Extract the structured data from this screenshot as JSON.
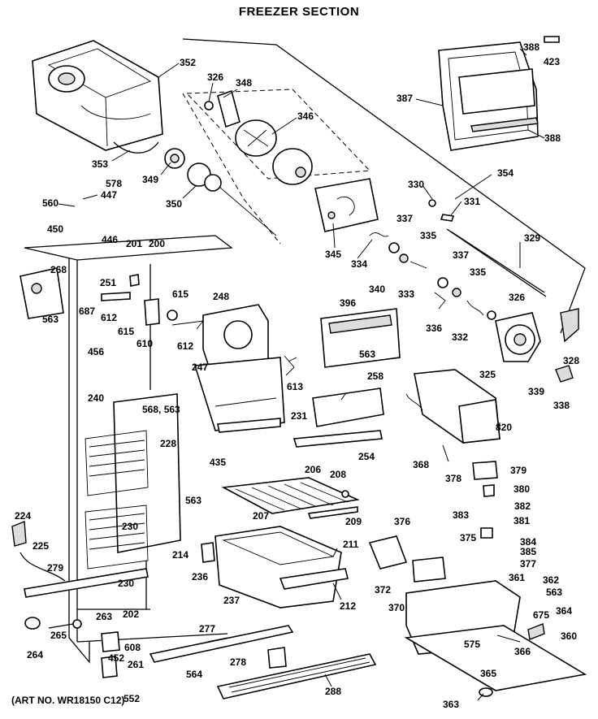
{
  "title": "FREEZER SECTION",
  "art_no": "(ART NO. WR18150 C12)",
  "parts": [
    "352",
    "326",
    "348",
    "346",
    "387",
    "388",
    "423",
    "388",
    "353",
    "349",
    "350",
    "578",
    "447",
    "560",
    "450",
    "446",
    "201",
    "200",
    "268",
    "251",
    "687",
    "612",
    "615",
    "615",
    "610",
    "248",
    "563",
    "456",
    "612",
    "247",
    "613",
    "345",
    "334",
    "337",
    "330",
    "331",
    "354",
    "329",
    "335",
    "337",
    "340",
    "333",
    "335",
    "326",
    "336",
    "332",
    "396",
    "563",
    "325",
    "328",
    "339",
    "338",
    "258",
    "231",
    "240",
    "568, 563",
    "228",
    "435",
    "820",
    "254",
    "368",
    "378",
    "379",
    "380",
    "206",
    "208",
    "563",
    "382",
    "381",
    "207",
    "209",
    "224",
    "376",
    "375",
    "383",
    "384",
    "385",
    "377",
    "211",
    "230",
    "214",
    "225",
    "279",
    "230",
    "236",
    "372",
    "370",
    "361",
    "362",
    "563",
    "237",
    "212",
    "675",
    "364",
    "202",
    "265",
    "263",
    "264",
    "608",
    "277",
    "575",
    "366",
    "360",
    "452",
    "261",
    "278",
    "564",
    "365",
    "552",
    "288",
    "363"
  ]
}
